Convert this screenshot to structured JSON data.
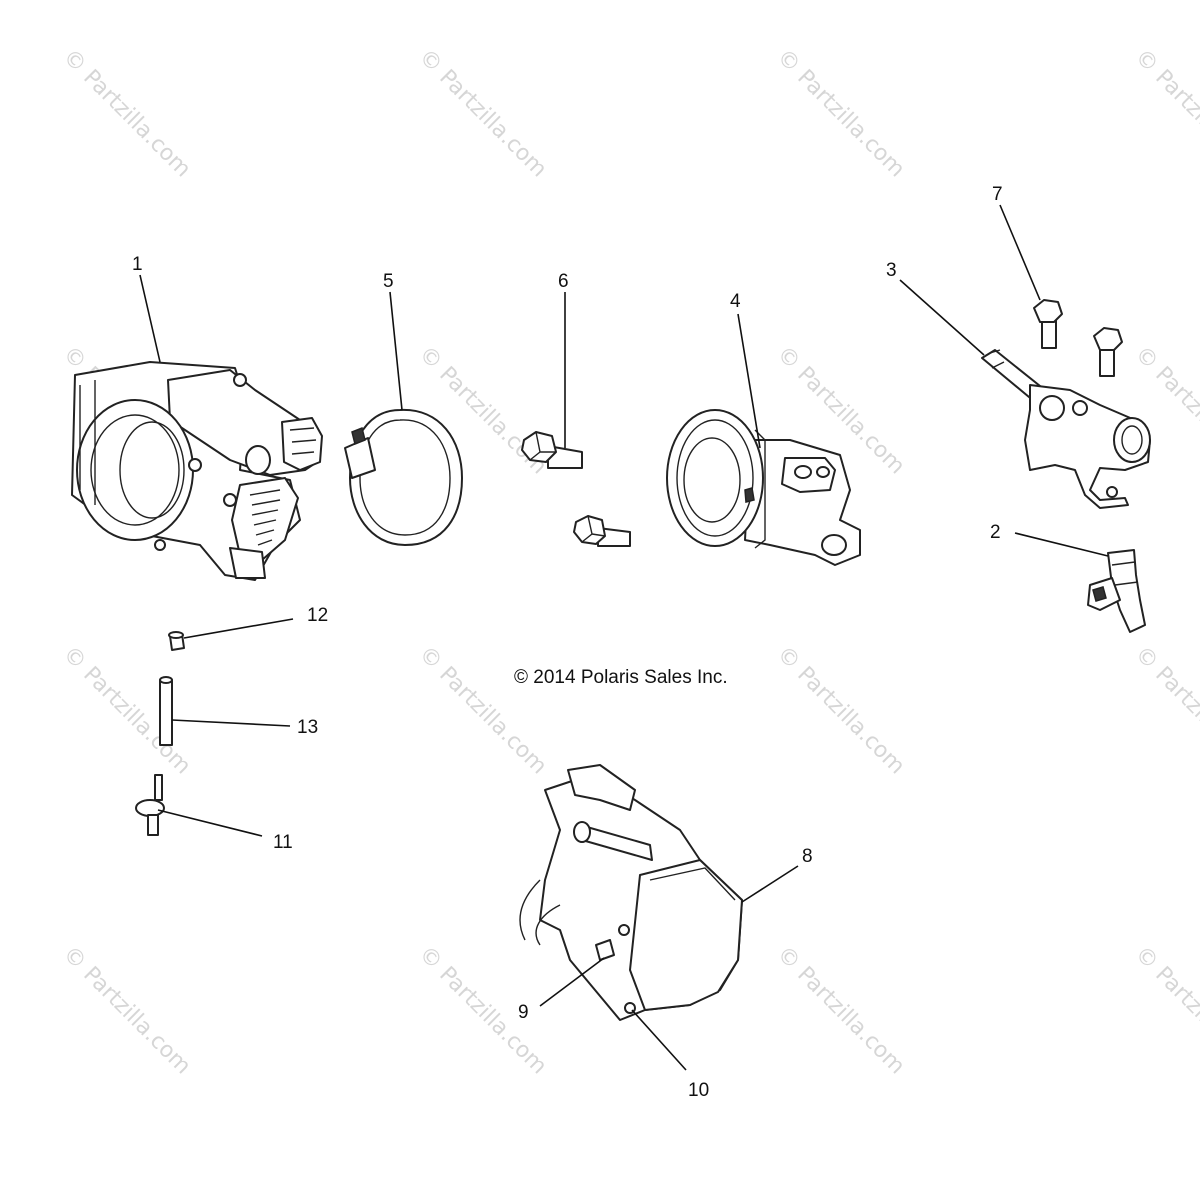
{
  "watermark": {
    "text": "© Partzilla.com"
  },
  "copyright": "© 2014 Polaris Sales Inc.",
  "callouts": [
    {
      "id": "1",
      "label": "1"
    },
    {
      "id": "2",
      "label": "2"
    },
    {
      "id": "3",
      "label": "3"
    },
    {
      "id": "4",
      "label": "4"
    },
    {
      "id": "5",
      "label": "5"
    },
    {
      "id": "6",
      "label": "6"
    },
    {
      "id": "7",
      "label": "7"
    },
    {
      "id": "8",
      "label": "8"
    },
    {
      "id": "9",
      "label": "9"
    },
    {
      "id": "10",
      "label": "10"
    },
    {
      "id": "11",
      "label": "11"
    },
    {
      "id": "12",
      "label": "12"
    },
    {
      "id": "13",
      "label": "13"
    }
  ]
}
